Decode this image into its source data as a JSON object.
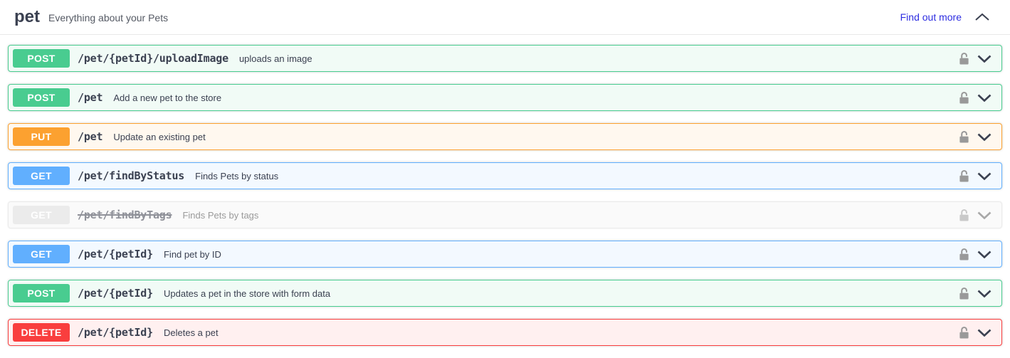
{
  "section": {
    "title": "pet",
    "description": "Everything about your Pets",
    "link_label": "Find out more"
  },
  "operations": [
    {
      "method": "POST",
      "path": "/pet/{petId}/uploadImage",
      "summary": "uploads an image",
      "deprecated": false
    },
    {
      "method": "POST",
      "path": "/pet",
      "summary": "Add a new pet to the store",
      "deprecated": false
    },
    {
      "method": "PUT",
      "path": "/pet",
      "summary": "Update an existing pet",
      "deprecated": false
    },
    {
      "method": "GET",
      "path": "/pet/findByStatus",
      "summary": "Finds Pets by status",
      "deprecated": false
    },
    {
      "method": "GET",
      "path": "/pet/findByTags",
      "summary": "Finds Pets by tags",
      "deprecated": true
    },
    {
      "method": "GET",
      "path": "/pet/{petId}",
      "summary": "Find pet by ID",
      "deprecated": false
    },
    {
      "method": "POST",
      "path": "/pet/{petId}",
      "summary": "Updates a pet in the store with form data",
      "deprecated": false
    },
    {
      "method": "DELETE",
      "path": "/pet/{petId}",
      "summary": "Deletes a pet",
      "deprecated": false
    }
  ],
  "icons": {
    "header_collapse": "chevron-up",
    "row_auth": "unlocked-padlock",
    "row_expand": "chevron-down"
  },
  "colors": {
    "get": "#61affe",
    "post": "#49cc90",
    "put": "#fca130",
    "delete": "#f93e3e",
    "deprecated": "#ebebeb",
    "link": "#2d2de1",
    "text": "#3b4151"
  }
}
